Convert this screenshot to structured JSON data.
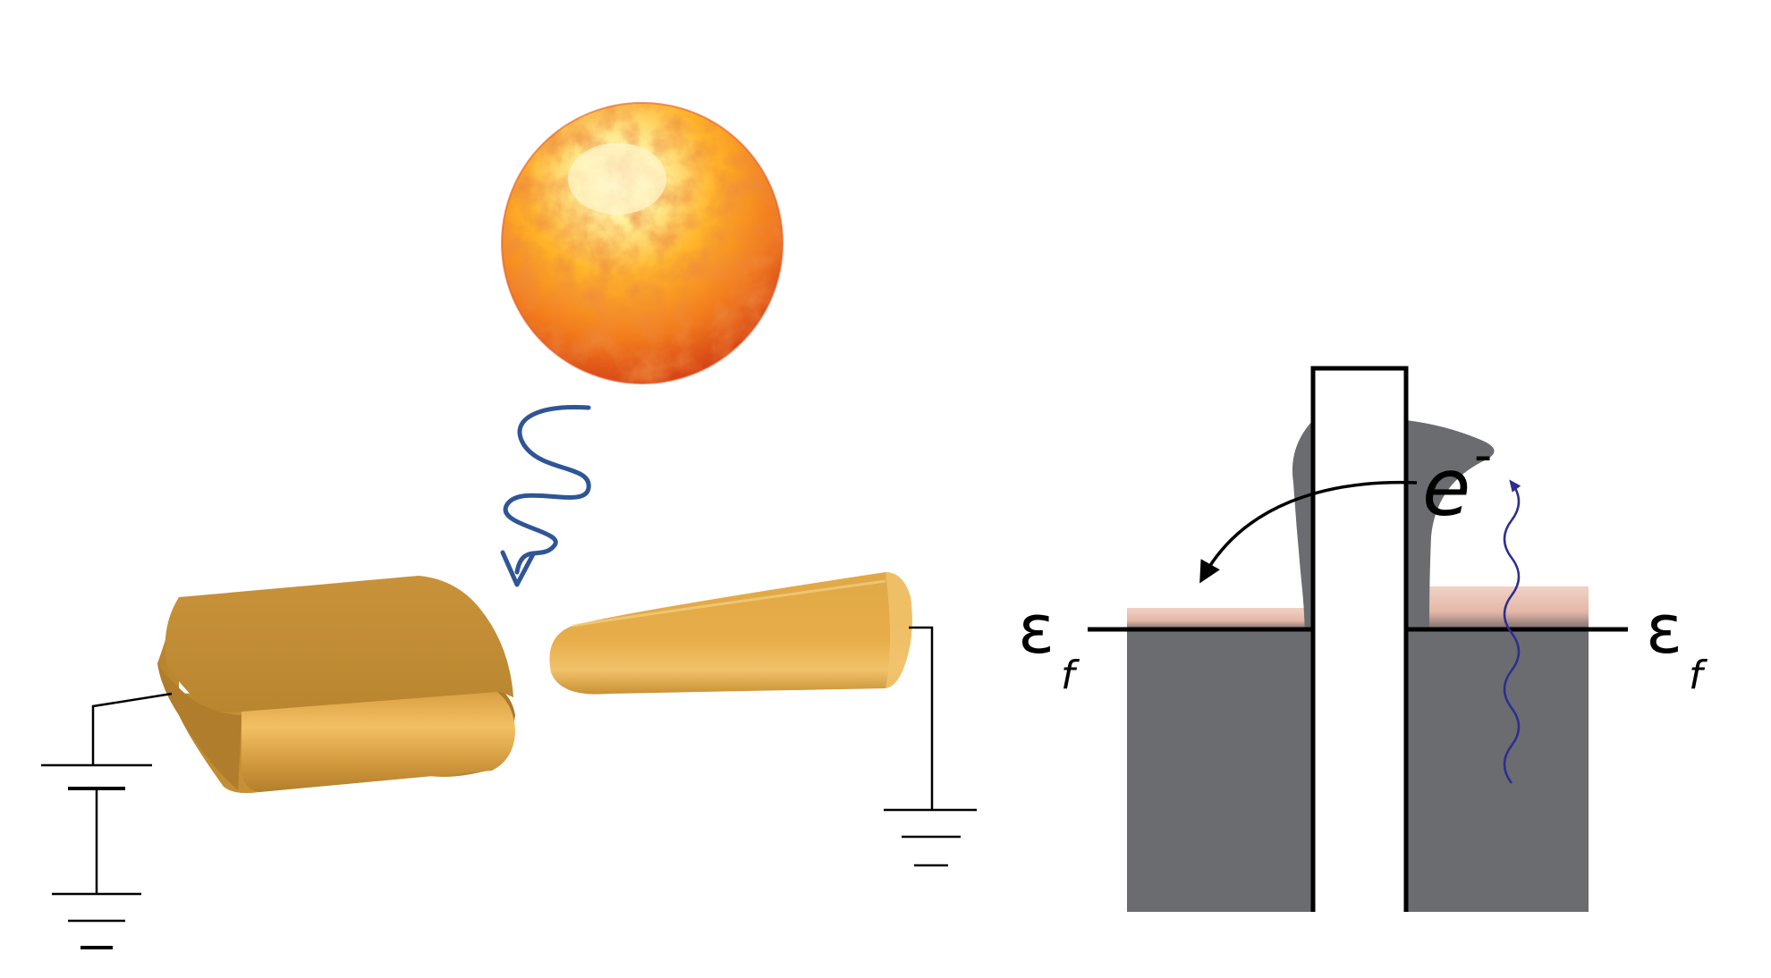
{
  "left_panel": {
    "icons": {
      "light_source": "sun-icon",
      "photon": "wavy-arrow-icon",
      "ground": "ground-symbol-icon",
      "battery": "battery-symbol-icon"
    }
  },
  "right_panel": {
    "labels": {
      "fermi_left": "ε",
      "fermi_left_sub": "f",
      "fermi_right": "ε",
      "fermi_right_sub": "f",
      "electron": "e",
      "electron_sup": "-"
    }
  },
  "colors": {
    "gold": "#c38f35",
    "gold_light": "#e3a847",
    "photon_arrow": "#2f5597",
    "photon_wave_right": "#2e2e8f",
    "band_gray": "#6b6c70",
    "fermi_band": "#e9c4b7",
    "sun_core": "#fff2a0",
    "sun_edge": "#e0401a"
  }
}
